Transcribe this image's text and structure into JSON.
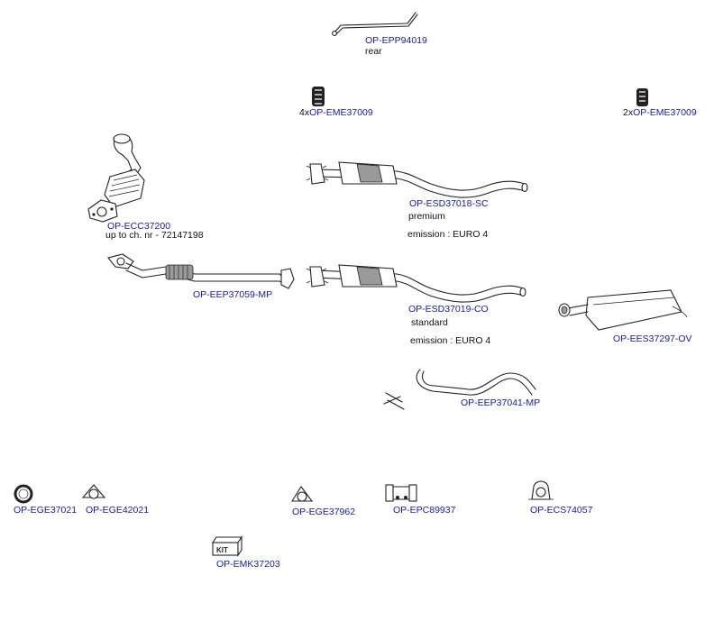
{
  "parts": [
    {
      "id": "epp",
      "code": "OP-EPP94019",
      "prefix": "",
      "notes": [
        "rear"
      ]
    },
    {
      "id": "eme1",
      "code": "OP-EME37009",
      "prefix": "4x",
      "notes": []
    },
    {
      "id": "eme2",
      "code": "OP-EME37009",
      "prefix": "2x",
      "notes": []
    },
    {
      "id": "ecc",
      "code": "OP-ECC37200",
      "prefix": "",
      "notes": [
        "up to ch. nr - 72147198"
      ]
    },
    {
      "id": "esd1",
      "code": "OP-ESD37018-SC",
      "prefix": "",
      "notes": [
        "premium",
        "emission : EURO 4"
      ]
    },
    {
      "id": "eep59",
      "code": "OP-EEP37059-MP",
      "prefix": "",
      "notes": []
    },
    {
      "id": "esd2",
      "code": "OP-ESD37019-CO",
      "prefix": "",
      "notes": [
        "standard",
        "emission : EURO 4"
      ]
    },
    {
      "id": "ees",
      "code": "OP-EES37297-OV",
      "prefix": "",
      "notes": []
    },
    {
      "id": "eep41",
      "code": "OP-EEP37041-MP",
      "prefix": "",
      "notes": []
    },
    {
      "id": "ege21",
      "code": "OP-EGE37021",
      "prefix": "",
      "notes": []
    },
    {
      "id": "ege42",
      "code": "OP-EGE42021",
      "prefix": "",
      "notes": []
    },
    {
      "id": "ege62",
      "code": "OP-EGE37962",
      "prefix": "",
      "notes": []
    },
    {
      "id": "epc",
      "code": "OP-EPC89937",
      "prefix": "",
      "notes": []
    },
    {
      "id": "ecs",
      "code": "OP-ECS74057",
      "prefix": "",
      "notes": []
    },
    {
      "id": "emk",
      "code": "OP-EMK37203",
      "prefix": "",
      "notes": []
    }
  ],
  "kit_box_text": "KIT",
  "colors": {
    "link": "#1a1aa6",
    "text": "#111111",
    "line": "#222222"
  }
}
